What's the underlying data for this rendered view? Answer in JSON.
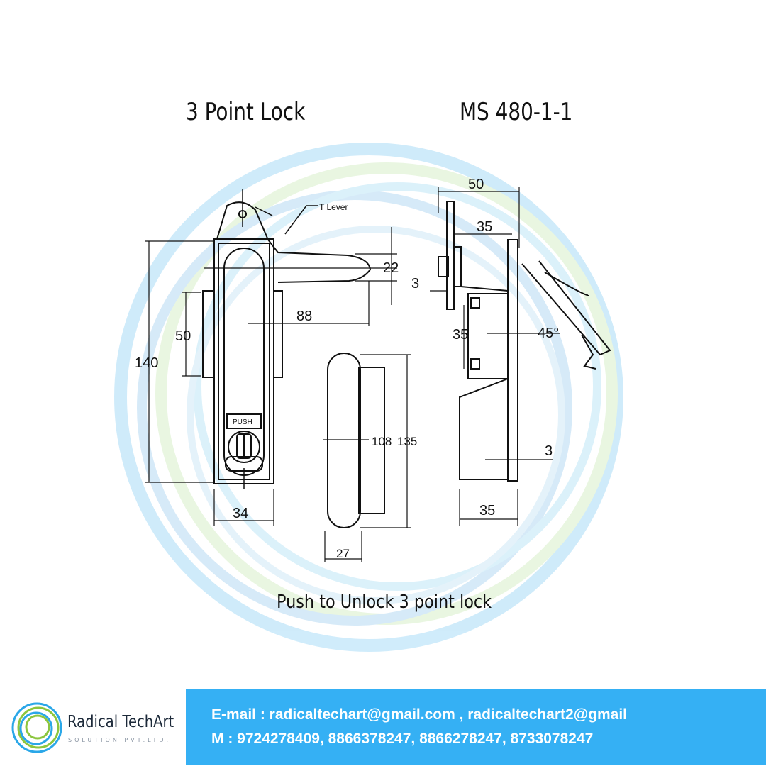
{
  "titles": {
    "left": "3 Point Lock",
    "right": "MS 480-1-1"
  },
  "caption": "Push to Unlock 3 point lock",
  "drawing": {
    "callout": "T Lever",
    "push_label": "PUSH",
    "front_dims": {
      "height": "140",
      "inset_height": "50",
      "lever_reach": "88",
      "lever_thickness": "22",
      "body_width": "34"
    },
    "handle_dims": {
      "inner_length": "108",
      "outer_length": "135",
      "width": "27"
    },
    "side_dims": {
      "depth": "50",
      "mid_depth": "35",
      "plate": "3",
      "spacing": "35",
      "angle": "45°",
      "base_plate": "3",
      "base_depth": "35"
    }
  },
  "footer": {
    "brand_name": "Radical TechArt",
    "brand_tagline": "SOLUTION PVT.LTD.",
    "email_line": "E-mail : radicaltechart@gmail.com , radicaltechart2@gmail",
    "phone_line": "M : 9724278409, 8866378247, 8866278247, 8733078247"
  },
  "colors": {
    "band": "#35b0f4",
    "ring_blue": "#9fcff2",
    "ring_green": "#d4ecc4",
    "ink": "#111111"
  }
}
